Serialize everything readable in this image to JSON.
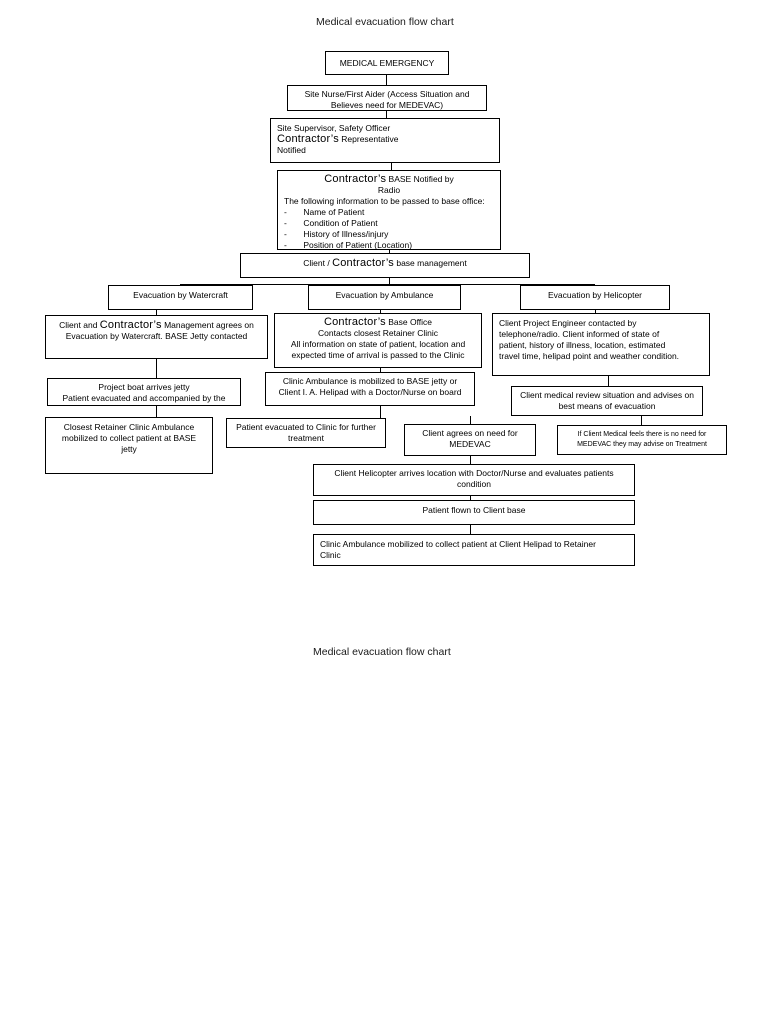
{
  "document": {
    "title_top": "Medical evacuation flow chart",
    "title_bottom": "Medical evacuation flow chart"
  },
  "colors": {
    "border": "#000000",
    "background": "#ffffff",
    "text": "#000000"
  },
  "flowchart": {
    "type": "flowchart",
    "nodes": {
      "medical_emergency": {
        "label": "MEDICAL EMERGENCY"
      },
      "site_nurse": {
        "line1": "Site Nurse/First Aider (Access Situation and",
        "line2": "Believes need for MEDEVAC)"
      },
      "site_supervisor": {
        "line1": "Site Supervisor, Safety Officer",
        "emph": "Contractor’s",
        "line2_rest": " Representative",
        "line3": "Notified"
      },
      "base_notified": {
        "emph": "Contractor’s",
        "head_rest": " BASE Notified by",
        "head_line2": "Radio",
        "intro": "The following information to be passed to base office:",
        "bullets": [
          "-       Name of Patient",
          "-       Condition of Patient",
          "-       History of Illness/injury",
          "-       Position of Patient (Location)"
        ]
      },
      "base_management": {
        "pre": "Client / ",
        "emph": "Contractor’s",
        "post": " base management"
      },
      "evac_watercraft": {
        "label": "Evacuation by Watercraft"
      },
      "evac_ambulance": {
        "label": "Evacuation by Ambulance"
      },
      "evac_helicopter": {
        "label": "Evacuation by Helicopter"
      },
      "watercraft_mgmt": {
        "pre": "Client and ",
        "emph": "Contractor’s",
        "post": " Management agrees on",
        "line2": "Evacuation by Watercraft. BASE Jetty contacted"
      },
      "contractor_base_office": {
        "emph": "Contractor’s",
        "head_rest": " Base Office",
        "line2": "Contacts closest Retainer Clinic",
        "line3": "All information on state of patient, location and",
        "line4": "expected time of arrival is passed to the Clinic"
      },
      "project_engineer": {
        "line1": "Client Project Engineer contacted by",
        "line2": "telephone/radio. Client informed of state of",
        "line3": "patient, history of illness, location, estimated",
        "line4": "travel time, helipad point and weather condition."
      },
      "project_boat": {
        "line1": "Project boat arrives jetty",
        "line2": "Patient evacuated and accompanied by the"
      },
      "clinic_ambulance_mobilized": {
        "line1": "Clinic Ambulance is mobilized to BASE jetty or",
        "line2": "Client I. A. Helipad with a Doctor/Nurse on board"
      },
      "client_medical_review": {
        "line1": "Client medical review situation and advises on",
        "line2": "best means of evacuation"
      },
      "closest_retainer": {
        "line1": "Closest Retainer Clinic Ambulance",
        "line2": "mobilized to collect patient at BASE",
        "line3": "jetty"
      },
      "patient_evac_clinic": {
        "line1": "Patient evacuated to Clinic for further",
        "line2": "treatment"
      },
      "client_agrees": {
        "line1": "Client agrees on need for",
        "line2": "MEDEVAC"
      },
      "no_need_medevac": {
        "line1": "If Client Medical feels there is no need for",
        "line2": "MEDEVAC they may advise on Treatment"
      },
      "helicopter_arrives": {
        "line1": "Client Helicopter arrives location with Doctor/Nurse and evaluates patients",
        "line2": "condition"
      },
      "patient_flown": {
        "label": "Patient flown to Client base"
      },
      "clinic_ambulance_helipad": {
        "line1": "Clinic Ambulance mobilized to collect patient at Client Helipad to Retainer",
        "line2": "Clinic"
      }
    }
  }
}
